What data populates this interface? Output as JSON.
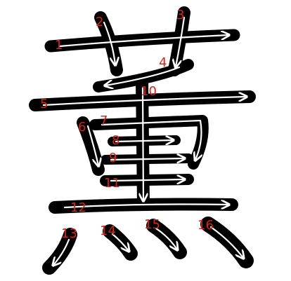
{
  "character": "薫",
  "colors": {
    "background": "#ffffff",
    "stroke": "#000000",
    "guide": "#ffffff",
    "number": "#d4251c"
  },
  "stroke_numbers": [
    "1",
    "2",
    "3",
    "4",
    "5",
    "6",
    "7",
    "8",
    "9",
    "10",
    "11",
    "12",
    "13",
    "14",
    "15",
    "16"
  ]
}
